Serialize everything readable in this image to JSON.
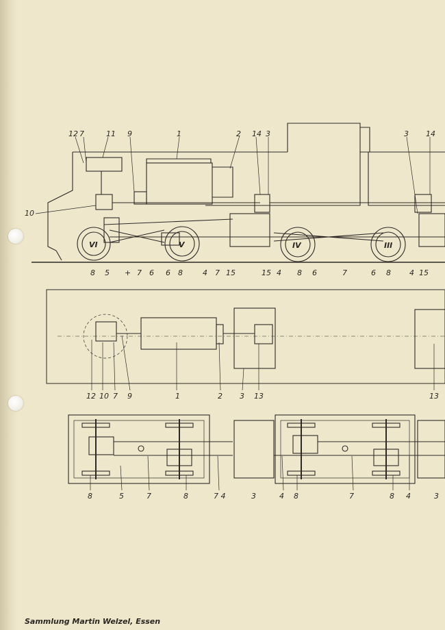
{
  "caption": "Sammlung Martin Welzel, Essen",
  "side_view": {
    "labels": {
      "l1": "1",
      "l2": "2",
      "l3": "3",
      "l3b": "3",
      "l7": "7",
      "l9": "9",
      "l10": "10",
      "l11": "11",
      "l12": "12",
      "l14": "14",
      "l14b": "14",
      "b8a": "8",
      "b5": "5",
      "b1": "+",
      "b7a": "7",
      "b6a": "6",
      "b6b": "6",
      "b8b": "8",
      "b4a": "4",
      "b7b": "7",
      "b15a": "15",
      "b15b": "15",
      "b4b": "4",
      "b8c": "8",
      "b6c": "6",
      "b7c": "7",
      "b6d": "6",
      "b8d": "8",
      "b4c": "4",
      "b15c": "15"
    },
    "wheels": {
      "w6": "VI",
      "w5": "V",
      "w4": "IV",
      "w3": "III"
    }
  },
  "top_view": {
    "labels": {
      "l12": "12",
      "l10": "10",
      "l7": "7",
      "l9": "9",
      "l1": "1",
      "l2": "2",
      "l3": "3",
      "l13": "13",
      "l13b": "13"
    }
  },
  "bottom_view": {
    "labels": {
      "l8a": "8",
      "l5": "5",
      "l7a": "7",
      "l8b": "8",
      "l74": "7 4",
      "l3": "3",
      "l4a": "4",
      "l8c": "8",
      "l7b": "7",
      "l8d": "8",
      "l4b": "4",
      "l3b": "3"
    }
  }
}
